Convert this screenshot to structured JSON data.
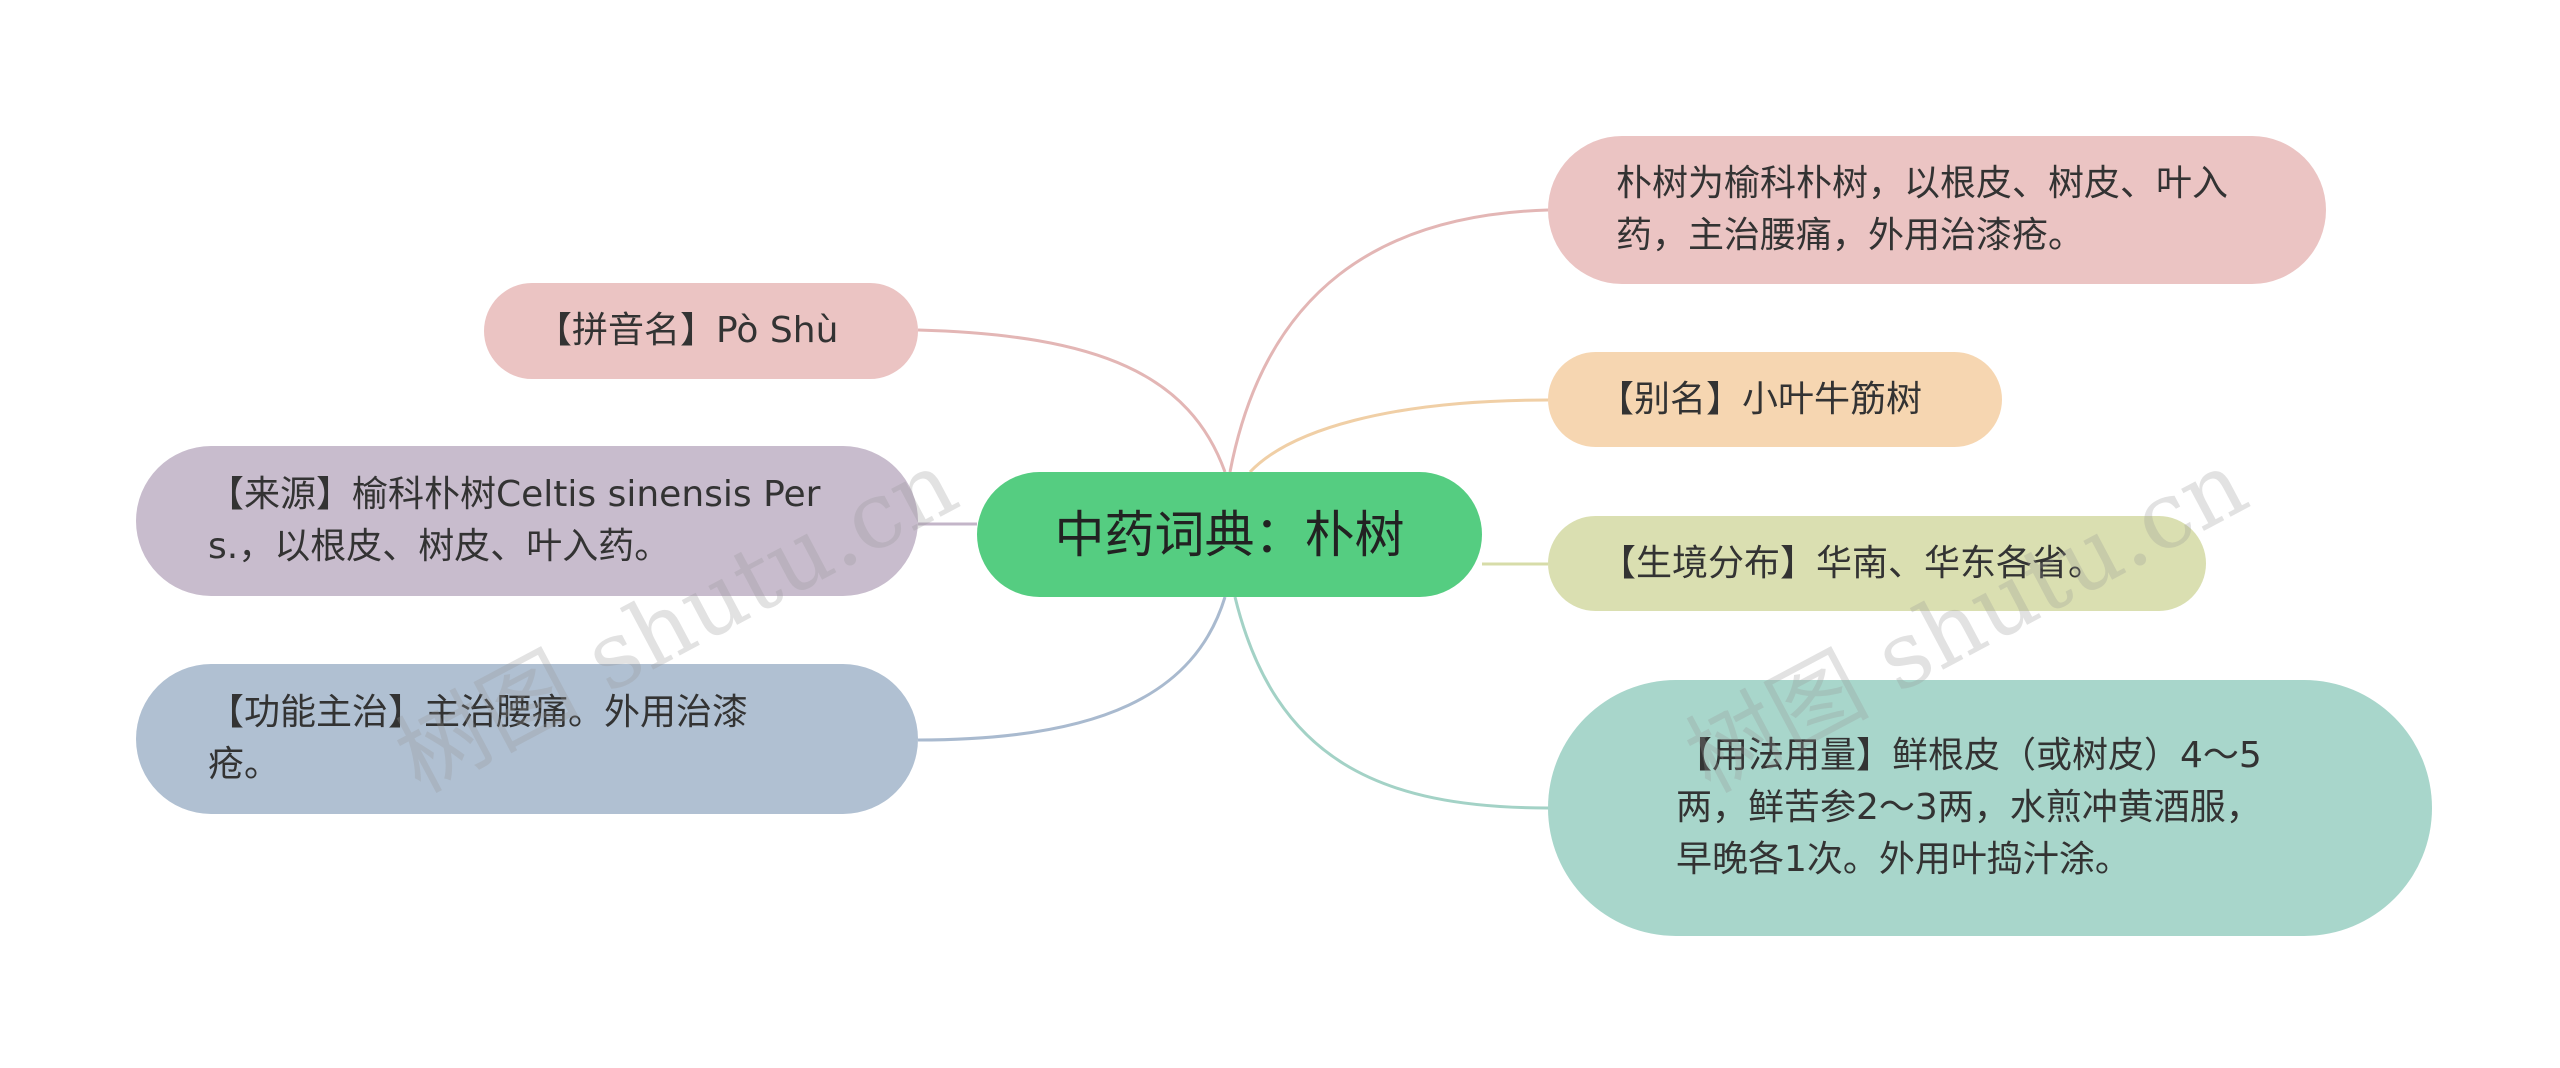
{
  "mindmap": {
    "center": {
      "text": "中药词典：朴树",
      "color": "#55cd81"
    },
    "left_branches": [
      {
        "id": "pinyin",
        "text": "【拼音名】Pò Shù",
        "color": "#ebc4c3",
        "line_color": "#e3b6b5"
      },
      {
        "id": "source",
        "text": "【来源】榆科朴树Celtis sinensis Pers.，以根皮、树皮、叶入药。",
        "color": "#c8bccd",
        "line_color": "#c3b5c8"
      },
      {
        "id": "function",
        "text": "【功能主治】主治腰痛。外用治漆疮。",
        "color": "#b0c0d2",
        "line_color": "#a9bacf"
      }
    ],
    "right_branches": [
      {
        "id": "summary",
        "text": "朴树为榆科朴树，以根皮、树皮、叶入药，主治腰痛，外用治漆疮。",
        "color": "#ebc4c3",
        "line_color": "#e3b6b5"
      },
      {
        "id": "alias",
        "text": "【别名】小叶牛筋树",
        "color": "#f6d6b1",
        "line_color": "#f0cfa6"
      },
      {
        "id": "habitat",
        "text": "【生境分布】华南、华东各省。",
        "color": "#dadfb1",
        "line_color": "#d7dca9"
      },
      {
        "id": "usage",
        "text": "【用法用量】鲜根皮（或树皮）4～5两，鲜苦参2～3两，水煎冲黄酒服，早晚各1次。外用叶捣汁涂。",
        "color": "#a8d6cb",
        "line_color": "#a3d2c6"
      }
    ],
    "watermarks": [
      "树图 shutu.cn",
      "树图 shutu.cn"
    ]
  }
}
